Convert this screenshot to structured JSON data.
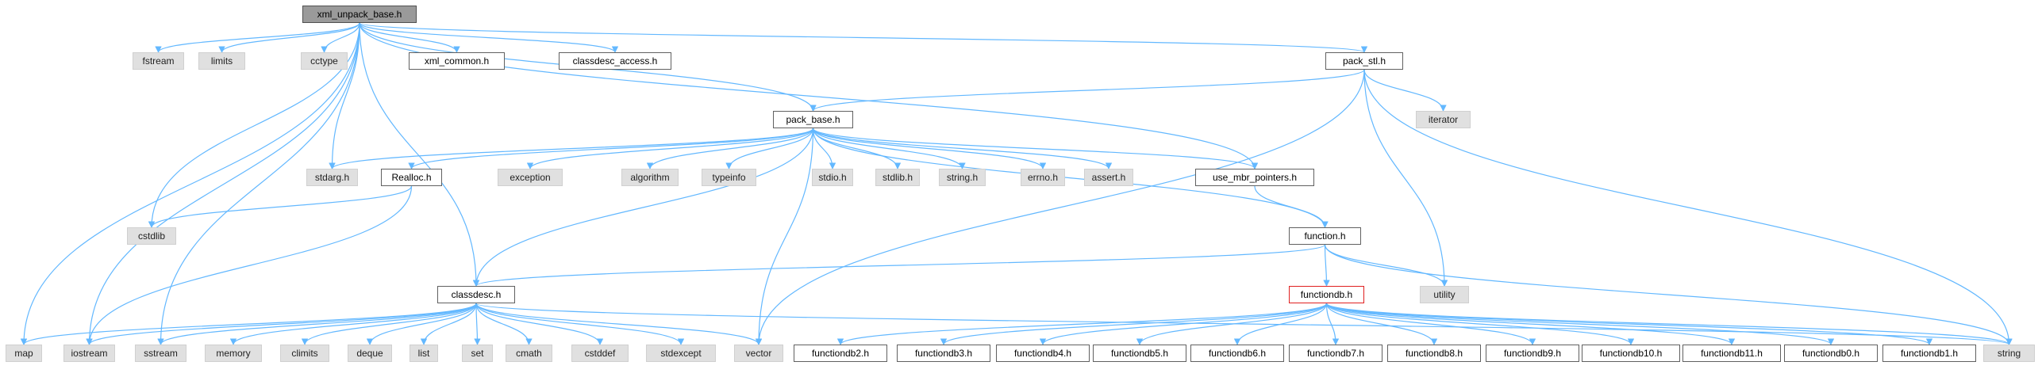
{
  "graph": {
    "nodes": [
      {
        "id": "xml_unpack_base",
        "label": "xml_unpack_base.h",
        "kind": "root"
      },
      {
        "id": "fstream",
        "label": "fstream",
        "kind": "ext"
      },
      {
        "id": "limits",
        "label": "limits",
        "kind": "ext"
      },
      {
        "id": "cctype",
        "label": "cctype",
        "kind": "ext"
      },
      {
        "id": "xml_common",
        "label": "xml_common.h",
        "kind": "hdr"
      },
      {
        "id": "classdesc_access",
        "label": "classdesc_access.h",
        "kind": "hdr"
      },
      {
        "id": "pack_stl",
        "label": "pack_stl.h",
        "kind": "hdr"
      },
      {
        "id": "iterator",
        "label": "iterator",
        "kind": "ext"
      },
      {
        "id": "pack_base",
        "label": "pack_base.h",
        "kind": "hdr"
      },
      {
        "id": "stdarg",
        "label": "stdarg.h",
        "kind": "ext"
      },
      {
        "id": "realloc",
        "label": "Realloc.h",
        "kind": "hdr"
      },
      {
        "id": "exception",
        "label": "exception",
        "kind": "ext"
      },
      {
        "id": "algorithm",
        "label": "algorithm",
        "kind": "ext"
      },
      {
        "id": "typeinfo",
        "label": "typeinfo",
        "kind": "ext"
      },
      {
        "id": "stdio",
        "label": "stdio.h",
        "kind": "ext"
      },
      {
        "id": "stdlib",
        "label": "stdlib.h",
        "kind": "ext"
      },
      {
        "id": "string_h",
        "label": "string.h",
        "kind": "ext"
      },
      {
        "id": "errno",
        "label": "errno.h",
        "kind": "ext"
      },
      {
        "id": "assert",
        "label": "assert.h",
        "kind": "ext"
      },
      {
        "id": "use_mbr",
        "label": "use_mbr_pointers.h",
        "kind": "hdr"
      },
      {
        "id": "cstdlib",
        "label": "cstdlib",
        "kind": "ext"
      },
      {
        "id": "function",
        "label": "function.h",
        "kind": "hdr"
      },
      {
        "id": "utility",
        "label": "utility",
        "kind": "ext"
      },
      {
        "id": "classdesc",
        "label": "classdesc.h",
        "kind": "hdr"
      },
      {
        "id": "functiondb",
        "label": "functiondb.h",
        "kind": "hl"
      },
      {
        "id": "map",
        "label": "map",
        "kind": "ext"
      },
      {
        "id": "iostream",
        "label": "iostream",
        "kind": "ext"
      },
      {
        "id": "sstream",
        "label": "sstream",
        "kind": "ext"
      },
      {
        "id": "memory",
        "label": "memory",
        "kind": "ext"
      },
      {
        "id": "climits",
        "label": "climits",
        "kind": "ext"
      },
      {
        "id": "deque",
        "label": "deque",
        "kind": "ext"
      },
      {
        "id": "list",
        "label": "list",
        "kind": "ext"
      },
      {
        "id": "set",
        "label": "set",
        "kind": "ext"
      },
      {
        "id": "cmath",
        "label": "cmath",
        "kind": "ext"
      },
      {
        "id": "cstddef",
        "label": "cstddef",
        "kind": "ext"
      },
      {
        "id": "stdexcept",
        "label": "stdexcept",
        "kind": "ext"
      },
      {
        "id": "vector",
        "label": "vector",
        "kind": "ext"
      },
      {
        "id": "fdb2",
        "label": "functiondb2.h",
        "kind": "hdr"
      },
      {
        "id": "fdb3",
        "label": "functiondb3.h",
        "kind": "hdr"
      },
      {
        "id": "fdb4",
        "label": "functiondb4.h",
        "kind": "hdr"
      },
      {
        "id": "fdb5",
        "label": "functiondb5.h",
        "kind": "hdr"
      },
      {
        "id": "fdb6",
        "label": "functiondb6.h",
        "kind": "hdr"
      },
      {
        "id": "fdb7",
        "label": "functiondb7.h",
        "kind": "hdr"
      },
      {
        "id": "fdb8",
        "label": "functiondb8.h",
        "kind": "hdr"
      },
      {
        "id": "fdb9",
        "label": "functiondb9.h",
        "kind": "hdr"
      },
      {
        "id": "fdb10",
        "label": "functiondb10.h",
        "kind": "hdr"
      },
      {
        "id": "fdb11",
        "label": "functiondb11.h",
        "kind": "hdr"
      },
      {
        "id": "fdb0",
        "label": "functiondb0.h",
        "kind": "hdr"
      },
      {
        "id": "fdb1",
        "label": "functiondb1.h",
        "kind": "hdr"
      },
      {
        "id": "string",
        "label": "string",
        "kind": "ext"
      }
    ],
    "edges": [
      [
        "xml_unpack_base",
        "fstream"
      ],
      [
        "xml_unpack_base",
        "limits"
      ],
      [
        "xml_unpack_base",
        "cctype"
      ],
      [
        "xml_unpack_base",
        "xml_common"
      ],
      [
        "xml_unpack_base",
        "classdesc_access"
      ],
      [
        "xml_unpack_base",
        "pack_stl"
      ],
      [
        "xml_unpack_base",
        "pack_base"
      ],
      [
        "xml_unpack_base",
        "use_mbr"
      ],
      [
        "xml_unpack_base",
        "map"
      ],
      [
        "xml_unpack_base",
        "iostream"
      ],
      [
        "xml_unpack_base",
        "sstream"
      ],
      [
        "xml_unpack_base",
        "cstdlib"
      ],
      [
        "xml_unpack_base",
        "stdarg"
      ],
      [
        "xml_unpack_base",
        "classdesc"
      ],
      [
        "pack_stl",
        "pack_base"
      ],
      [
        "pack_stl",
        "iterator"
      ],
      [
        "pack_stl",
        "utility"
      ],
      [
        "pack_stl",
        "string"
      ],
      [
        "pack_stl",
        "vector"
      ],
      [
        "pack_base",
        "stdarg"
      ],
      [
        "pack_base",
        "realloc"
      ],
      [
        "pack_base",
        "exception"
      ],
      [
        "pack_base",
        "algorithm"
      ],
      [
        "pack_base",
        "typeinfo"
      ],
      [
        "pack_base",
        "stdio"
      ],
      [
        "pack_base",
        "stdlib"
      ],
      [
        "pack_base",
        "string_h"
      ],
      [
        "pack_base",
        "errno"
      ],
      [
        "pack_base",
        "assert"
      ],
      [
        "pack_base",
        "use_mbr"
      ],
      [
        "pack_base",
        "function"
      ],
      [
        "pack_base",
        "classdesc"
      ],
      [
        "pack_base",
        "vector"
      ],
      [
        "realloc",
        "cstdlib"
      ],
      [
        "realloc",
        "iostream"
      ],
      [
        "use_mbr",
        "function"
      ],
      [
        "function",
        "classdesc"
      ],
      [
        "function",
        "functiondb"
      ],
      [
        "function",
        "utility"
      ],
      [
        "function",
        "string"
      ],
      [
        "classdesc",
        "map"
      ],
      [
        "classdesc",
        "iostream"
      ],
      [
        "classdesc",
        "sstream"
      ],
      [
        "classdesc",
        "memory"
      ],
      [
        "classdesc",
        "climits"
      ],
      [
        "classdesc",
        "deque"
      ],
      [
        "classdesc",
        "list"
      ],
      [
        "classdesc",
        "set"
      ],
      [
        "classdesc",
        "cmath"
      ],
      [
        "classdesc",
        "cstddef"
      ],
      [
        "classdesc",
        "stdexcept"
      ],
      [
        "classdesc",
        "vector"
      ],
      [
        "classdesc",
        "string"
      ],
      [
        "functiondb",
        "fdb2"
      ],
      [
        "functiondb",
        "fdb3"
      ],
      [
        "functiondb",
        "fdb4"
      ],
      [
        "functiondb",
        "fdb5"
      ],
      [
        "functiondb",
        "fdb6"
      ],
      [
        "functiondb",
        "fdb7"
      ],
      [
        "functiondb",
        "fdb8"
      ],
      [
        "functiondb",
        "fdb9"
      ],
      [
        "functiondb",
        "fdb10"
      ],
      [
        "functiondb",
        "fdb11"
      ],
      [
        "functiondb",
        "fdb0"
      ],
      [
        "functiondb",
        "fdb1"
      ],
      [
        "functiondb",
        "string"
      ]
    ],
    "colors": {
      "edge": "#63b8ff",
      "ext_fill": "#e0e0e0",
      "root_fill": "#9a9a9a",
      "highlight_border": "#e02020"
    }
  }
}
